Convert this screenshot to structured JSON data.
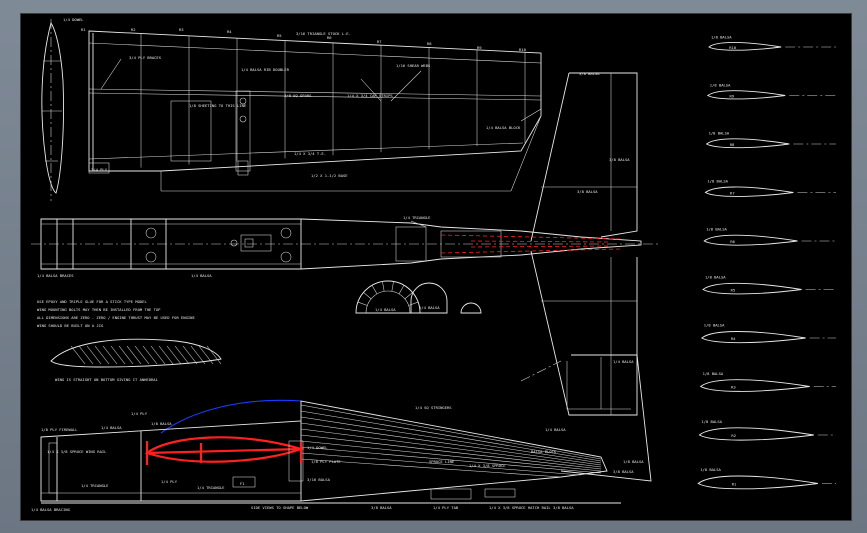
{
  "drawing": {
    "wing": {
      "rib_stations": [
        "R1",
        "R2",
        "R3",
        "R4",
        "R5",
        "R6",
        "R7",
        "R8",
        "R9",
        "R10"
      ],
      "notes": [
        {
          "key": "n1",
          "text": "1/4 DOWEL"
        },
        {
          "key": "n2",
          "text": "3/4 PLY BRACES"
        },
        {
          "key": "n3",
          "text": "3/16 TRIANGLE STOCK L.E."
        },
        {
          "key": "n4",
          "text": "1/4 BALSA RIB DOUBLER"
        },
        {
          "key": "n5",
          "text": "1/8 SHEETING TO THIS LINE"
        },
        {
          "key": "n6",
          "text": "3/8 SQ SPARS"
        },
        {
          "key": "n7",
          "text": "1/4 X 3/4 CAP STRIPS"
        },
        {
          "key": "n8",
          "text": "1/16 SHEAR WEBS"
        },
        {
          "key": "n9",
          "text": "1/4 BALSA BLOCK"
        },
        {
          "key": "n10",
          "text": "1/4 X 3/4 T.E."
        },
        {
          "key": "n11",
          "text": "1/2 X 1-1/2 BASE"
        },
        {
          "key": "n12",
          "text": "3/4 PLY"
        }
      ]
    },
    "fuselage_top": {
      "notes": [
        {
          "key": "f1",
          "text": "1/4 TRIANGLE"
        },
        {
          "key": "f2",
          "text": "1/4 BALSA BRACES"
        },
        {
          "key": "f3",
          "text": "1/4 BALSA"
        }
      ]
    },
    "stab": {
      "notes": [
        {
          "key": "s1",
          "text": "3/8 BALSA"
        },
        {
          "key": "s2",
          "text": "3/8 BALSA"
        },
        {
          "key": "s3",
          "text": "3/8 BALSA"
        },
        {
          "key": "s4",
          "text": "1/4 BALSA"
        }
      ]
    },
    "formers": [
      {
        "key": "c1",
        "text": "1/4 BALSA"
      },
      {
        "key": "c2",
        "text": "1/4 BALSA"
      }
    ],
    "build_notes": [
      "USE EPOXY AND TRIPLE GLUE FOR A STICK TYPE MODEL",
      "WING MOUNTING BOLTS MAY THEN BE INSTALLED FROM THE TOP",
      "ALL DIMENSIONS ARE ZERO - ZERO / ENGINE THRUST MAY BE USED FOR ENGINE",
      "WING SHOULD BE BUILT ON A JIG"
    ],
    "rib_note": "WING IS STRAIGHT ON BOTTOM GIVING IT ANHEDRAL",
    "fuselage_side": {
      "notes": [
        {
          "key": "p1",
          "text": "1/8 PLY FIREWALL"
        },
        {
          "key": "p2",
          "text": "1/4 BALSA"
        },
        {
          "key": "p3",
          "text": "1/4 PLY"
        },
        {
          "key": "p4",
          "text": "1/8 BALSA"
        },
        {
          "key": "p5",
          "text": "1/4 X 3/8 SPRUCE WING RAIL"
        },
        {
          "key": "p6",
          "text": "1/4 SQ STRINGERS"
        },
        {
          "key": "p7",
          "text": "1/8 PLY PLATE"
        },
        {
          "key": "p8",
          "text": "1/4 DOWEL"
        },
        {
          "key": "p9",
          "text": "3/16 BALSA"
        },
        {
          "key": "p10",
          "text": "1/4 TRIANGLE"
        },
        {
          "key": "p11",
          "text": "1/4 PLY"
        },
        {
          "key": "p12",
          "text": "1/4 TRIANGLE"
        },
        {
          "key": "p13",
          "text": "SPRUCE LINE"
        },
        {
          "key": "p14",
          "text": "1/4 X 3/8 SPRUCE"
        },
        {
          "key": "p15",
          "text": "BALSA BLOCK"
        },
        {
          "key": "p16",
          "text": "1/4 BALSA"
        },
        {
          "key": "p17",
          "text": "1/4 BALSA BRACING"
        },
        {
          "key": "p18",
          "text": "SIDE VIEWS TO SHAPE BELOW"
        },
        {
          "key": "p19",
          "text": "3/8 BALSA"
        },
        {
          "key": "p20",
          "text": "1/4 PLY TAB"
        },
        {
          "key": "p21",
          "text": "1/4 X 3/8 SPRUCE HATCH RAIL"
        },
        {
          "key": "p22",
          "text": "3/8 BALSA"
        },
        {
          "key": "p23",
          "text": "1/8 BALSA"
        },
        {
          "key": "p24",
          "text": "3/8 BALSA"
        },
        {
          "key": "p25",
          "text": "F1"
        }
      ]
    },
    "rib_sections": [
      {
        "material": "1/8 BALSA",
        "label": "R10"
      },
      {
        "material": "1/8 BALSA",
        "label": "R9"
      },
      {
        "material": "1/8 BALSA",
        "label": "R8"
      },
      {
        "material": "1/8 BALSA",
        "label": "R7"
      },
      {
        "material": "1/8 BALSA",
        "label": "R6"
      },
      {
        "material": "1/8 BALSA",
        "label": "R5"
      },
      {
        "material": "1/8 BALSA",
        "label": "R4"
      },
      {
        "material": "1/8 BALSA",
        "label": "R3"
      },
      {
        "material": "1/8 BALSA",
        "label": "R2"
      },
      {
        "material": "1/8 BALSA",
        "label": "R1"
      }
    ]
  }
}
